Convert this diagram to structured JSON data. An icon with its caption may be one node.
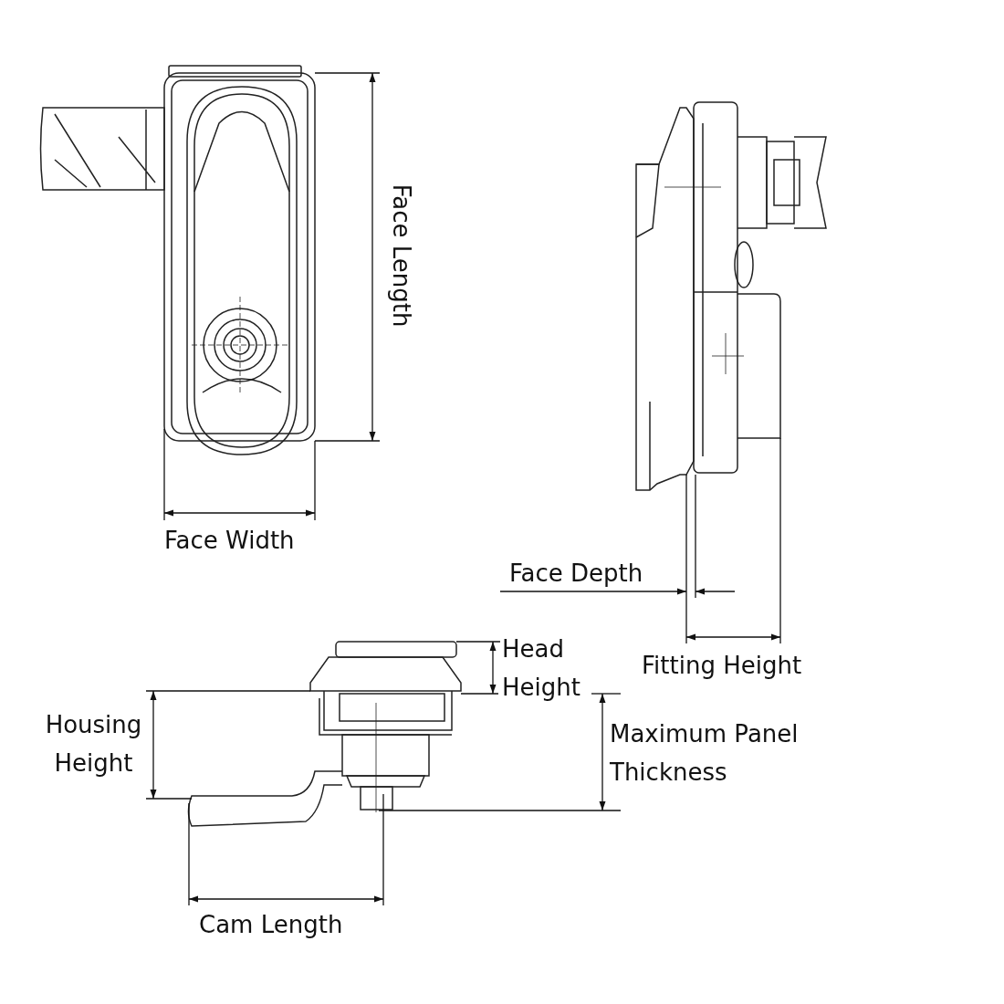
{
  "diagram": {
    "labels": [
      "Face Length",
      "Face Width",
      "Face Depth",
      "Head Height",
      "Fitting Height",
      "Housing Height",
      "Maximum Panel Thickness",
      "Cam Length"
    ]
  }
}
